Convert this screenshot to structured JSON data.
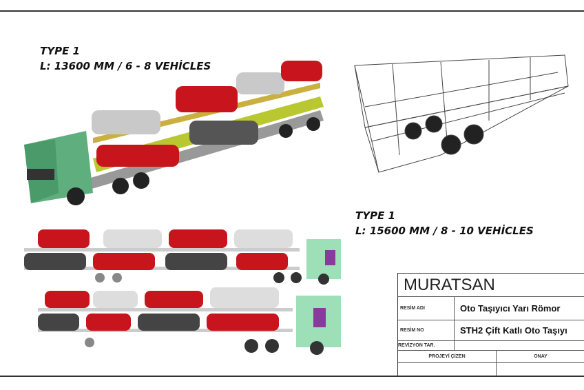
{
  "captions": {
    "type1_a_title": "TYPE 1",
    "type1_a_spec": "L: 13600 MM / 6 - 8 VEHİCLES",
    "type1_b_title": "TYPE 1",
    "type1_b_spec": "L: 15600 MM / 8 - 10 VEHİCLES"
  },
  "title_block": {
    "company": "MURATSAN",
    "drawing_name_label": "RESİM ADI",
    "drawing_name_value": "Oto Taşıyıcı Yarı Römor",
    "drawing_no_label": "RESİM NO",
    "drawing_no_value": "STH2 Çift Katlı Oto Taşıyı",
    "revision_label": "REVİZYON TAR.",
    "drawn_by_label": "PROJEYİ ÇİZEN",
    "approval_label": "ONAY"
  },
  "colors": {
    "cab_green": "#5fae7e",
    "car_red": "#c8141c",
    "car_silver": "#c9c9c9",
    "deck_yellow": "#b9c830"
  }
}
